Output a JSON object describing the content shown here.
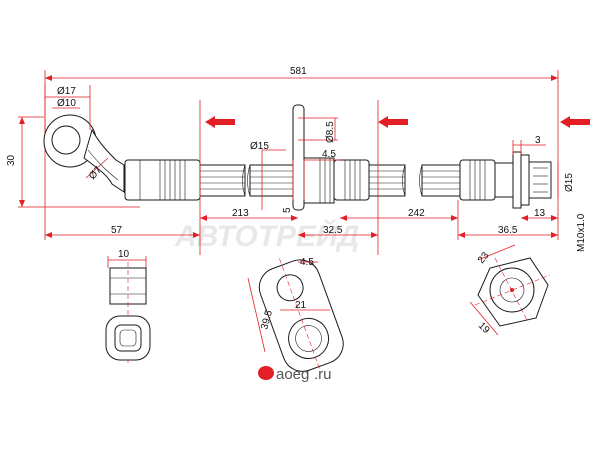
{
  "dimensions": {
    "total_length": "581",
    "banjo_outer": "Ø17",
    "banjo_inner": "Ø10",
    "height_30": "30",
    "bend_radius": "Ø7",
    "hose_diameter": "Ø15",
    "bracket_hole": "Ø8.5",
    "bracket_thickness": "4.5",
    "bracket_offset": "5",
    "fitting_spacing": "3",
    "fitting_diameter": "Ø15",
    "seg_57": "57",
    "seg_213": "213",
    "seg_32_5": "32.5",
    "seg_242": "242",
    "seg_36_5": "36.5",
    "seg_13": "13",
    "thread": "M10x1.0",
    "banjo_width": "10",
    "plate_thickness": "4.5",
    "plate_hole_spacing": "21",
    "plate_height": "39.5",
    "nut_size_23": "23",
    "nut_size_19": "19"
  },
  "watermark": "АВТОТРЕЙД",
  "logo": {
    "brand": "aoeg",
    "domain": ".ru"
  },
  "colors": {
    "dimension_lines": "#e31e24",
    "arrows": "#e31e24",
    "part_outline": "#1a1a1a"
  }
}
